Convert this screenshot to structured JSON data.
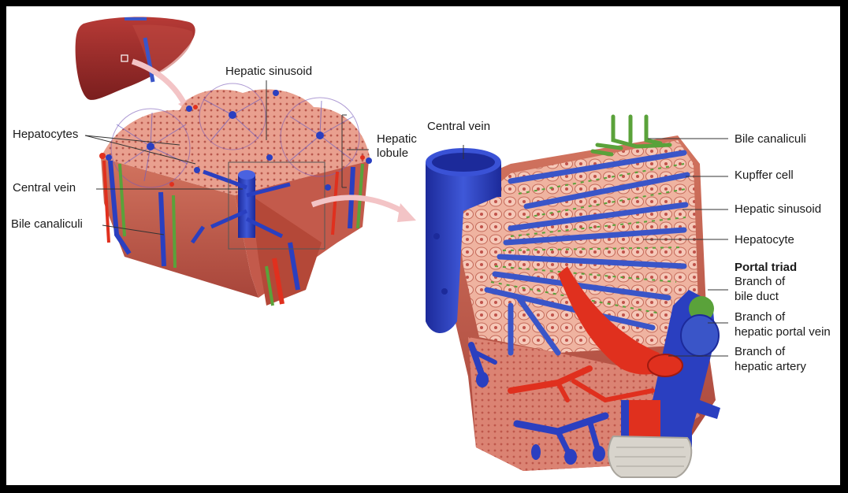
{
  "left_labels": {
    "hepatic_sinusoid": "Hepatic sinusoid",
    "hepatocytes": "Hepatocytes",
    "hepatic_lobule_1": "Hepatic",
    "hepatic_lobule_2": "lobule",
    "central_vein": "Central vein",
    "bile_canaliculi": "Bile canaliculi"
  },
  "right_labels": {
    "central_vein": "Central vein",
    "bile_canaliculi": "Bile canaliculi",
    "kupffer_cell": "Kupffer cell",
    "hepatic_sinusoid": "Hepatic sinusoid",
    "hepatocyte": "Hepatocyte",
    "portal_triad": "Portal triad",
    "branch_bile_duct_1": "Branch of",
    "branch_bile_duct_2": "bile duct",
    "branch_portal_vein_1": "Branch of",
    "branch_portal_vein_2": "hepatic portal vein",
    "branch_artery_1": "Branch of",
    "branch_artery_2": "hepatic artery"
  },
  "colors": {
    "frame": "#000000",
    "background": "#ffffff",
    "liver": "#9c2a2a",
    "tissue": "#e9a08f",
    "tissue_dark": "#c7574a",
    "vein_blue": "#2a3fc0",
    "artery_red": "#e0301e",
    "bile_green": "#5aa23a",
    "arrow_pink": "#f3c4c6",
    "leader_line": "#333333"
  }
}
